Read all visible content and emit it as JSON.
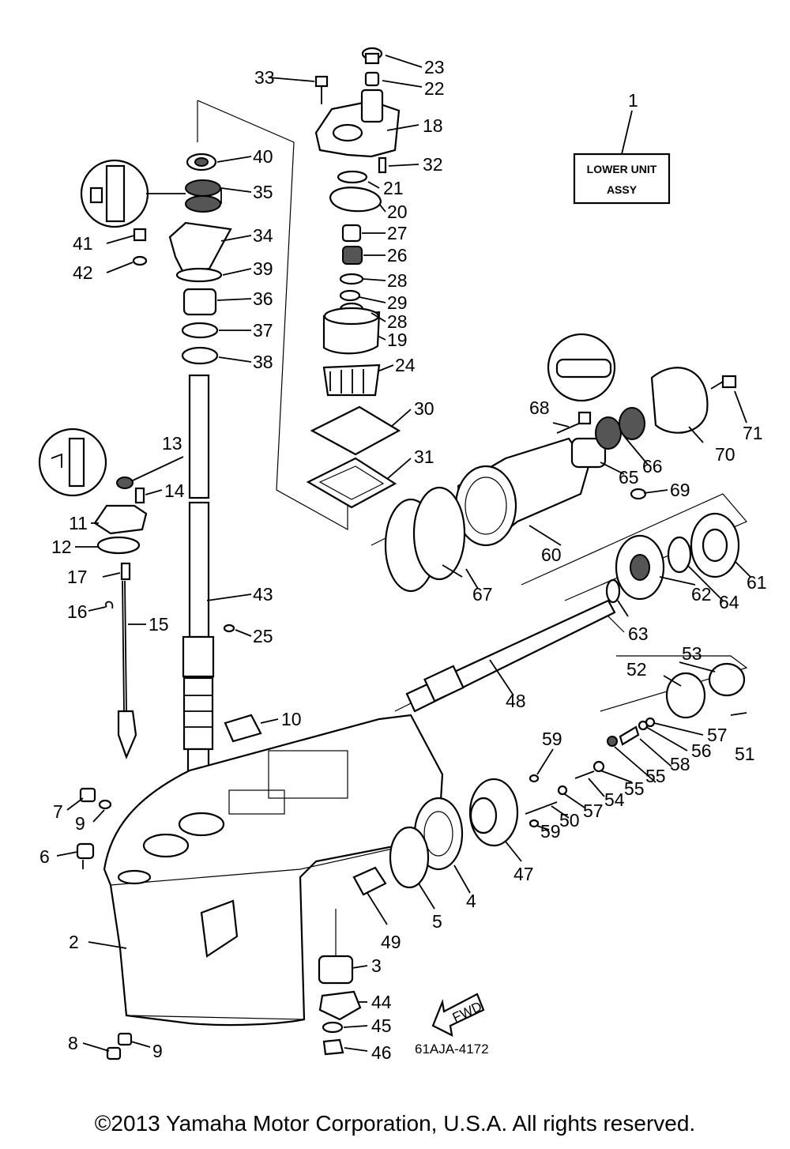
{
  "assembly_box": {
    "line1": "LOWER UNIT",
    "line2": "ASSY",
    "part_no": "1"
  },
  "fwd_label": "FWD",
  "diagram_code": "61AJA-4172",
  "copyright": "©2013 Yamaha Motor Corporation, U.S.A. All rights reserved.",
  "callouts": {
    "c2": "2",
    "c3": "3",
    "c4": "4",
    "c5": "5",
    "c6": "6",
    "c7": "7",
    "c8": "8",
    "c9a": "9",
    "c9b": "9",
    "c10": "10",
    "c11": "11",
    "c12": "12",
    "c13": "13",
    "c14": "14",
    "c15": "15",
    "c16": "16",
    "c17": "17",
    "c18": "18",
    "c19": "19",
    "c20": "20",
    "c21": "21",
    "c22": "22",
    "c23": "23",
    "c24": "24",
    "c25": "25",
    "c26": "26",
    "c27": "27",
    "c28a": "28",
    "c28b": "28",
    "c29": "29",
    "c30": "30",
    "c31": "31",
    "c32": "32",
    "c33": "33",
    "c34": "34",
    "c35": "35",
    "c36": "36",
    "c37": "37",
    "c38": "38",
    "c39": "39",
    "c40": "40",
    "c41": "41",
    "c42": "42",
    "c43": "43",
    "c44": "44",
    "c45": "45",
    "c46": "46",
    "c47": "47",
    "c48": "48",
    "c49": "49",
    "c50": "50",
    "c51": "51",
    "c52": "52",
    "c53": "53",
    "c54": "54",
    "c55a": "55",
    "c55b": "55",
    "c56": "56",
    "c57a": "57",
    "c57b": "57",
    "c58": "58",
    "c59a": "59",
    "c59b": "59",
    "c60": "60",
    "c61": "61",
    "c62": "62",
    "c63": "63",
    "c64": "64",
    "c65": "65",
    "c66": "66",
    "c67": "67",
    "c68": "68",
    "c69": "69",
    "c70": "70",
    "c71": "71"
  }
}
